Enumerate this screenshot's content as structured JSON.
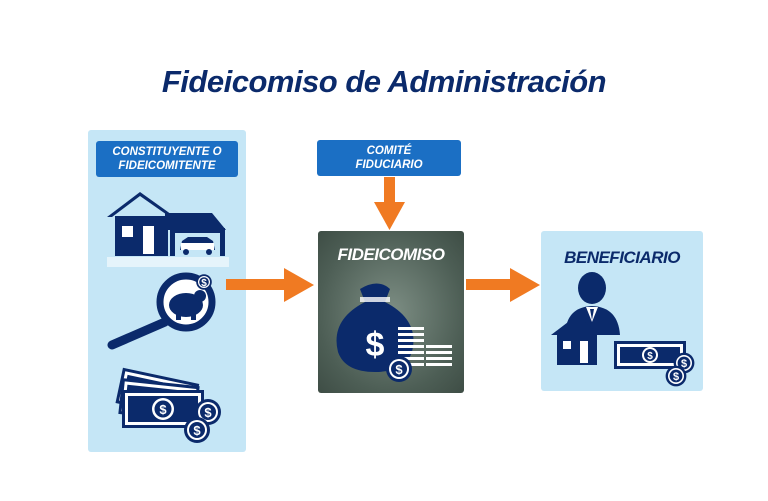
{
  "title": "Fideicomiso de Administración",
  "constituyente": {
    "line1": "CONSTITUYENTE O",
    "line2": "FIDEICOMITENTE"
  },
  "comite": {
    "line1": "COMITÉ",
    "line2": "FIDUCIARIO"
  },
  "fideicomiso": {
    "label": "FIDEICOMISO"
  },
  "beneficiario": {
    "label": "BENEFICIARIO"
  },
  "icons": {
    "house": "house-car-icon",
    "savings": "piggy-bank-magnifier-icon",
    "money": "banknotes-coins-icon",
    "moneybag": "money-bag-icon",
    "person": "businessman-icon",
    "dollar_symbol": "$"
  },
  "colors": {
    "title": "#0b2a6b",
    "label_box": "#1b6fc4",
    "panel": "#c5e6f6",
    "arrow": "#f07a22",
    "center_box": "#4d5e55"
  }
}
